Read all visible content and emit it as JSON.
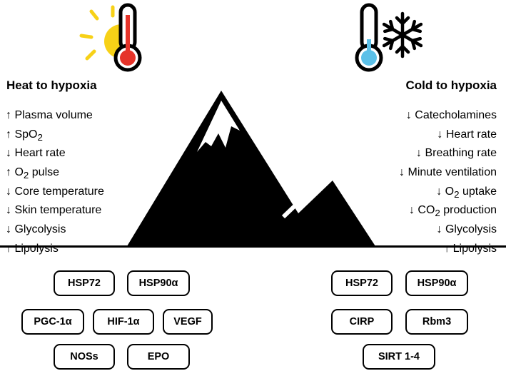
{
  "left_panel": {
    "heading": "Heat to hypoxia",
    "effects": [
      {
        "arrow": "↑",
        "pre": "Plasma volume",
        "sub": "",
        "post": ""
      },
      {
        "arrow": "↑",
        "pre": "SpO",
        "sub": "2",
        "post": ""
      },
      {
        "arrow": "↓",
        "pre": "Heart rate",
        "sub": "",
        "post": ""
      },
      {
        "arrow": "↑",
        "pre": "O",
        "sub": "2",
        "post": " pulse"
      },
      {
        "arrow": "↓",
        "pre": "Core temperature",
        "sub": "",
        "post": ""
      },
      {
        "arrow": "↓",
        "pre": "Skin temperature",
        "sub": "",
        "post": ""
      },
      {
        "arrow": "↓",
        "pre": "Glycolysis",
        "sub": "",
        "post": ""
      },
      {
        "arrow": "↑",
        "pre": "Lipolysis",
        "sub": "",
        "post": ""
      }
    ],
    "markers": [
      "HSP72",
      "HSP90α",
      "PGC-1α",
      "HIF-1α",
      "VEGF",
      "NOSs",
      "EPO"
    ]
  },
  "right_panel": {
    "heading": "Cold to hypoxia",
    "effects": [
      {
        "arrow": "↓",
        "pre": "Catecholamines",
        "sub": "",
        "post": ""
      },
      {
        "arrow": "↓",
        "pre": "Heart rate",
        "sub": "",
        "post": ""
      },
      {
        "arrow": "↓",
        "pre": "Breathing rate",
        "sub": "",
        "post": ""
      },
      {
        "arrow": "↓",
        "pre": "Minute ventilation",
        "sub": "",
        "post": ""
      },
      {
        "arrow": "↓",
        "pre": "O",
        "sub": "2",
        "post": " uptake"
      },
      {
        "arrow": "↓",
        "pre": "CO",
        "sub": "2",
        "post": " production"
      },
      {
        "arrow": "↓",
        "pre": "Glycolysis",
        "sub": "",
        "post": ""
      },
      {
        "arrow": "↑",
        "pre": "Lipolysis",
        "sub": "",
        "post": ""
      }
    ],
    "markers": [
      "HSP72",
      "HSP90α",
      "CIRP",
      "Rbm3",
      "SIRT 1-4"
    ]
  },
  "icons": {
    "left": [
      "sun-icon",
      "thermometer-hot-icon"
    ],
    "right": [
      "thermometer-cold-icon",
      "snowflake-icon"
    ],
    "center": "mountain-icon"
  },
  "colors": {
    "sun": "#f7d117",
    "hot_bulb": "#e63329",
    "cold_bulb": "#5bc0e8",
    "ink": "#000000"
  }
}
